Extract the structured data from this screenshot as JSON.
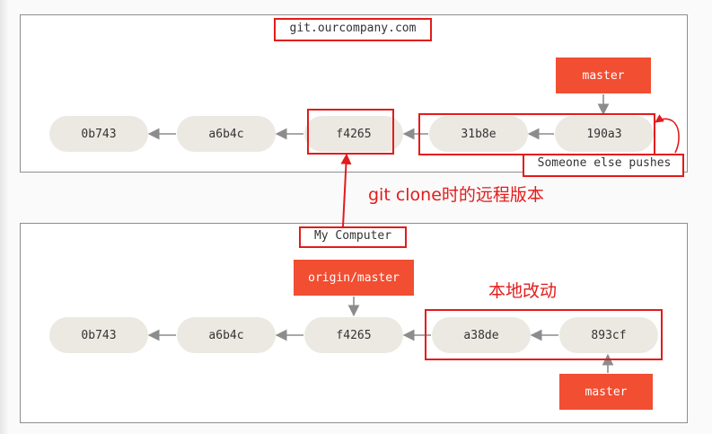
{
  "remote": {
    "label": "git.ourcompany.com",
    "commits": [
      "0b743",
      "a6b4c",
      "f4265",
      "31b8e",
      "190a3"
    ],
    "branch": "master",
    "push_note": "Someone else pushes"
  },
  "local": {
    "label": "My Computer",
    "commits": [
      "0b743",
      "a6b4c",
      "f4265",
      "a38de",
      "893cf"
    ],
    "remote_branch": "origin/master",
    "branch": "master"
  },
  "annotations": {
    "clone_version": "git clone时的远程版本",
    "local_changes": "本地改动"
  },
  "colors": {
    "ref": "#f14e32",
    "commit": "#ebe9e2",
    "annotation": "#e31b1b",
    "arrow": "#8c8c8c"
  }
}
